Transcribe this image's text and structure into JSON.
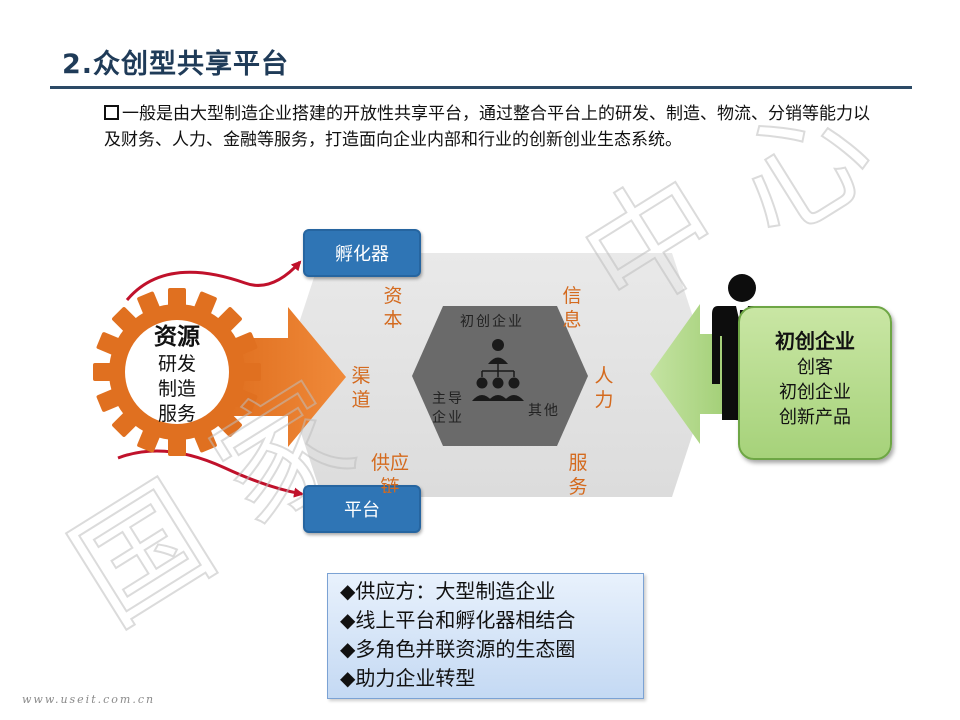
{
  "title": "2.众创型共享平台",
  "intro": "一般是由大型制造企业搭建的开放性共享平台，通过整合平台上的研发、制造、物流、分销等能力以及财务、人力、金融等服务，打造面向企业内部和行业的创新创业生态系统。",
  "resource": {
    "heading": "资源",
    "lines": [
      "研发",
      "制造",
      "服务"
    ]
  },
  "tags": {
    "incubator": "孵化器",
    "platform": "平台"
  },
  "platform_labels": {
    "capital": [
      "资",
      "本"
    ],
    "channel": [
      "渠",
      "道"
    ],
    "supply": [
      "供应",
      "链"
    ],
    "info": [
      "信",
      "息"
    ],
    "hr": [
      "人",
      "力"
    ],
    "service": [
      "服",
      "务"
    ]
  },
  "hexagon": {
    "top": "初创企业",
    "lead": [
      "主导",
      "企业"
    ],
    "other": "其他"
  },
  "startup": {
    "heading": "初创企业",
    "lines": [
      "创客",
      "初创企业",
      "创新产品"
    ]
  },
  "features": [
    "◆供应方：大型制造企业",
    "◆线上平台和孵化器相结合",
    "◆多角色并联资源的生态圈",
    "◆助力企业转型"
  ],
  "watermark_text": [
    "国",
    "家",
    "中",
    "心"
  ],
  "footer_url": "www.useit.com.cn",
  "colors": {
    "title": "#1f3b58",
    "orange": "#e87f2a",
    "blue_tag": "#2f75b5",
    "green": "#a6d27a",
    "dark_red": "#c0112b"
  }
}
